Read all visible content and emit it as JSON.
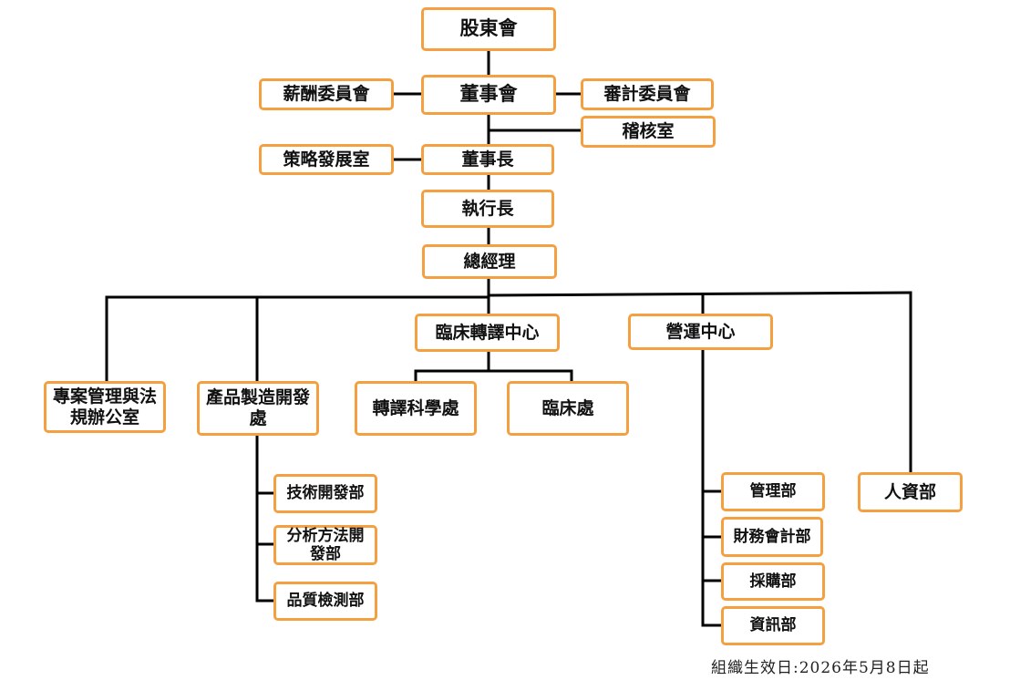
{
  "org": {
    "shareholders": "股東會",
    "board": "董事會",
    "compensation_committee": "薪酬委員會",
    "audit_committee": "審計委員會",
    "internal_audit": "稽核室",
    "chairman": "董事長",
    "strategy_office": "策略發展室",
    "ceo": "執行長",
    "general_manager": "總經理",
    "clinical_translation_center": "臨床轉譯中心",
    "operations_center": "營運中心",
    "project_legal_office": "專案管理與法規辦公室",
    "product_manufacturing_dev": "產品製造開發處",
    "translation_science": "轉譯科學處",
    "clinical_division": "臨床處",
    "tech_dev_dept": "技術開發部",
    "analytical_method_dept": "分析方法開發部",
    "quality_testing_dept": "品質檢測部",
    "management_dept": "管理部",
    "finance_accounting_dept": "財務會計部",
    "procurement_dept": "採購部",
    "it_dept": "資訊部",
    "hr_dept": "人資部"
  },
  "colors": {
    "box_border": "#f5a040",
    "connector": "#000000"
  },
  "footer": {
    "effective_date": "組織生效日:2026年5月8日起"
  }
}
